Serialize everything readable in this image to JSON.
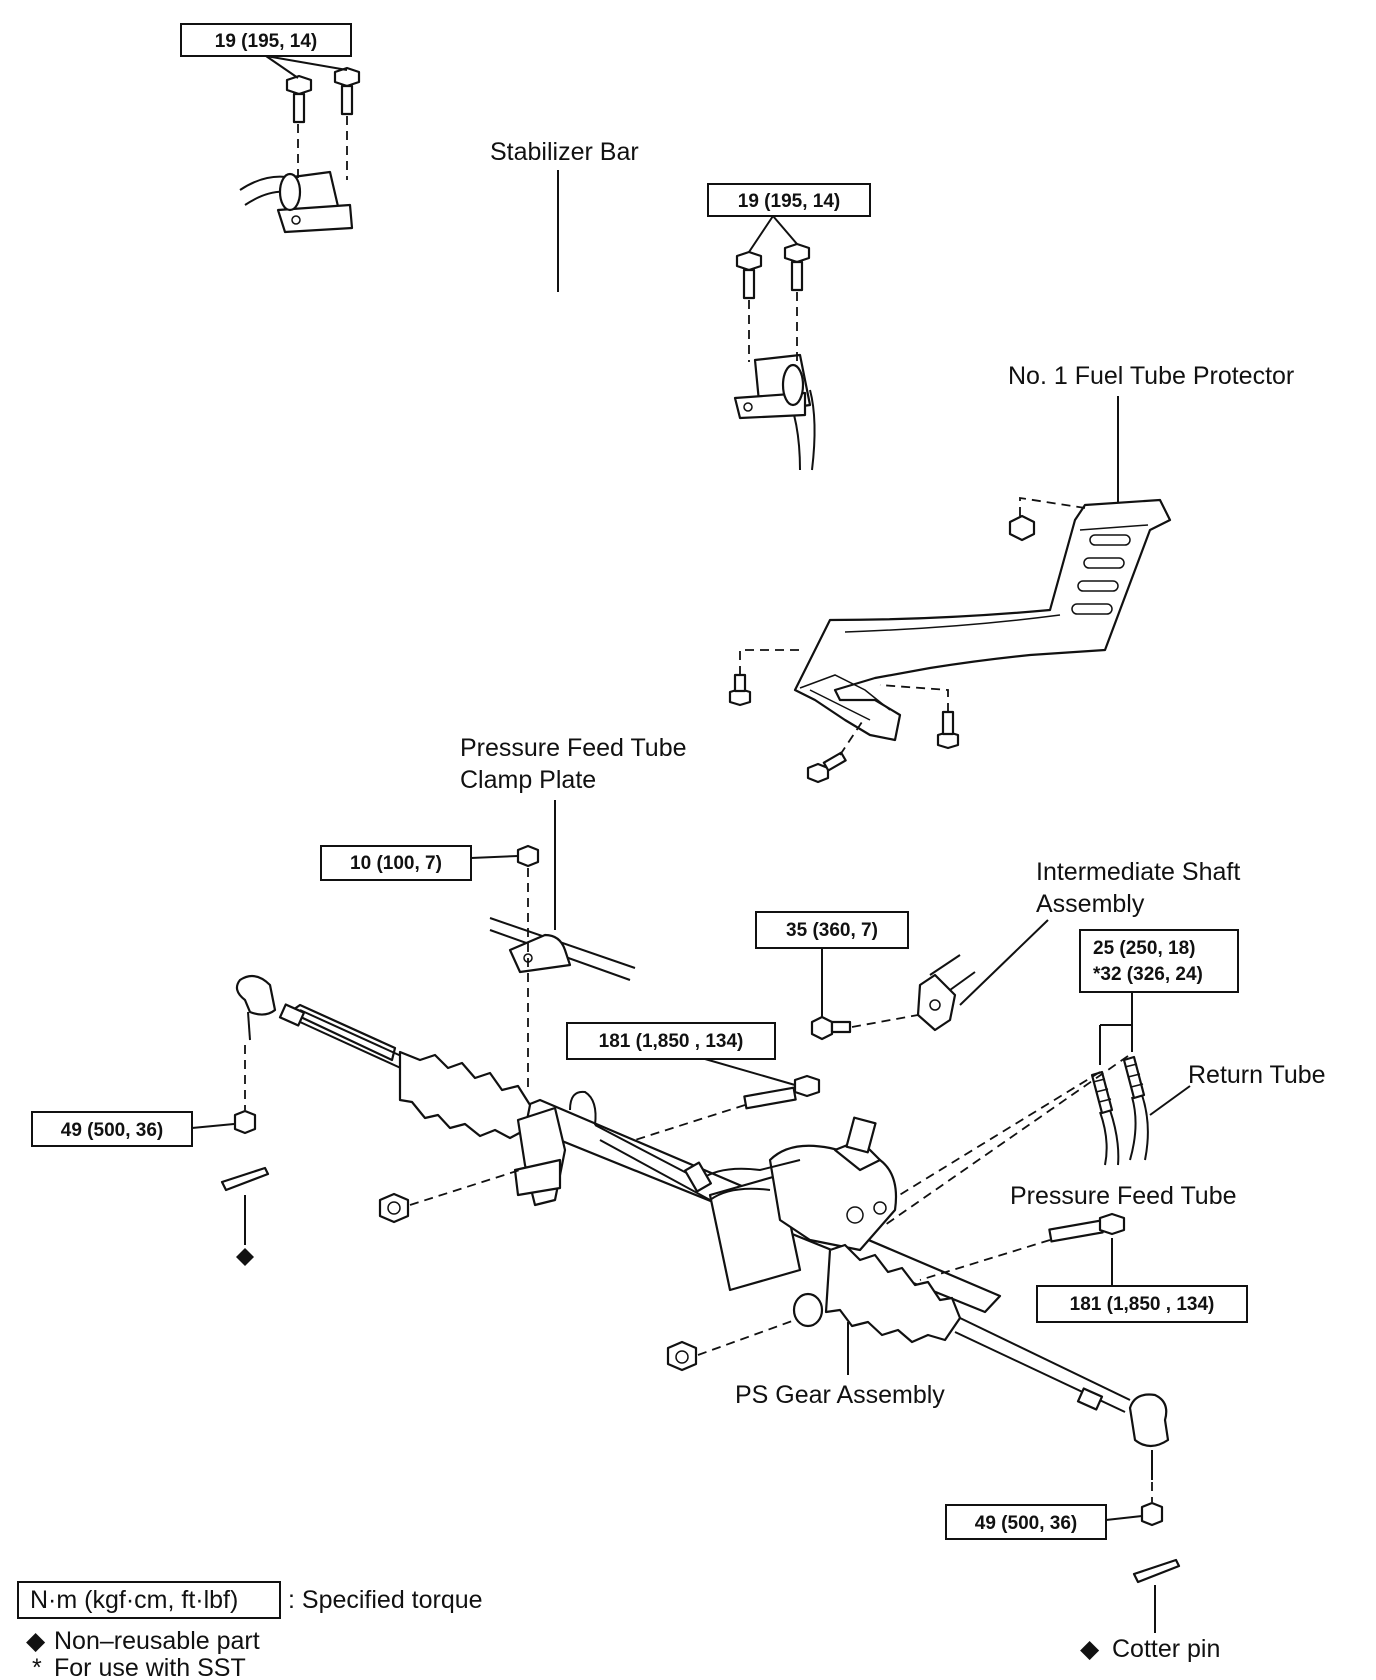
{
  "labels": {
    "stabilizer_bar": "Stabilizer Bar",
    "fuel_tube_protector": "No. 1 Fuel Tube Protector",
    "clamp_plate_line1": "Pressure Feed Tube",
    "clamp_plate_line2": "Clamp Plate",
    "intermediate_shaft_line1": "Intermediate Shaft",
    "intermediate_shaft_line2": "Assembly",
    "return_tube": "Return Tube",
    "pressure_feed_tube": "Pressure Feed Tube",
    "ps_gear_assembly": "PS Gear Assembly"
  },
  "torques": {
    "stab_left": "19 (195, 14)",
    "stab_right": "19 (195, 14)",
    "clamp_plate": "10 (100, 7)",
    "intermediate_bolt": "35 (360, 7)",
    "tube_line1": "25 (250, 18)",
    "tube_line2": "*32 (326, 24)",
    "gear_bolt_upper": "181 (1,850 , 134)",
    "gear_bolt_lower": "181 (1,850 , 134)",
    "tie_rod_left": "49 (500, 36)",
    "tie_rod_right": "49 (500, 36)"
  },
  "legend": {
    "torque_units": "N·m (kgf·cm, ft·lbf)",
    "torque_desc": ": Specified torque",
    "diamond_symbol": "◆",
    "non_reusable": "Non–reusable part",
    "asterisk": "*",
    "sst": "For use with SST",
    "cotter_pin": "Cotter pin"
  }
}
